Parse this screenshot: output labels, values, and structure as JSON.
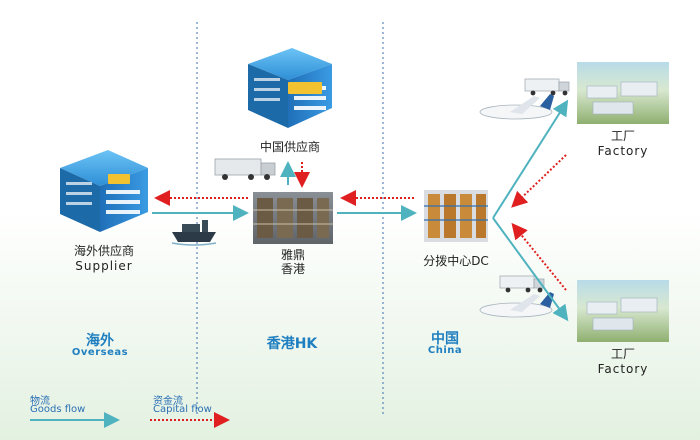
{
  "nodes": {
    "overseas_supplier": {
      "cn": "海外供应商",
      "en": "Supplier"
    },
    "china_supplier": {
      "cn": "中国供应商"
    },
    "hk_warehouse": {
      "line1": "雅鼎",
      "line2": "香港"
    },
    "dc": {
      "cn": "分拨中心DC"
    },
    "factory_top": {
      "cn": "工厂",
      "en": "Factory"
    },
    "factory_bottom": {
      "cn": "工厂",
      "en": "Factory"
    }
  },
  "regions": {
    "overseas": {
      "cn": "海外",
      "en": "Overseas"
    },
    "hk": {
      "cn": "香港HK"
    },
    "china": {
      "cn": "中国",
      "en": "China"
    }
  },
  "legend": {
    "goods": {
      "cn": "物流",
      "en": "Goods flow"
    },
    "capital": {
      "cn": "资金流",
      "en": "Capital flow"
    }
  },
  "colors": {
    "goods_flow": "#4fb3bf",
    "capital_flow": "#e02020",
    "region_label": "#1f7fc0",
    "divider": "#3a6fb0",
    "building": "#2e8fd6",
    "legend_text": "#2a6fb5"
  }
}
